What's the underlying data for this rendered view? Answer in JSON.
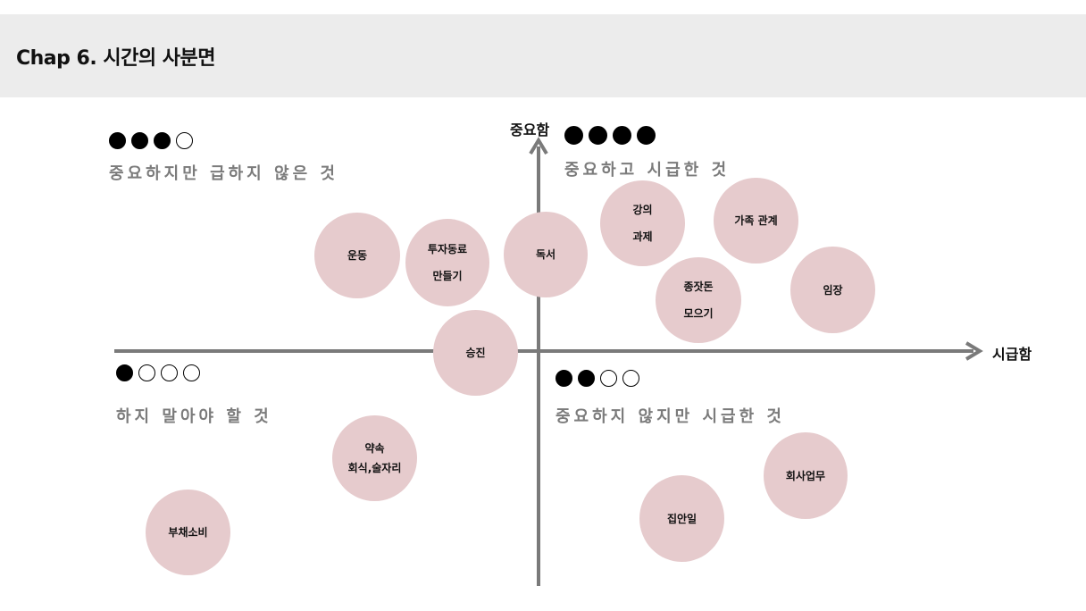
{
  "header": {
    "title": "Chap 6. 시간의 사분면"
  },
  "axes": {
    "vertical_label": "중요함",
    "horizontal_label": "시급함"
  },
  "quadrants": {
    "top_left": {
      "label": "중요하지만 급하지 않은 것",
      "dots": [
        true,
        true,
        true,
        false
      ]
    },
    "top_right": {
      "label": "중요하고 시급한 것",
      "dots": [
        true,
        true,
        true,
        true
      ]
    },
    "bottom_left": {
      "label": "하지 말아야 할 것",
      "dots": [
        true,
        false,
        false,
        false
      ]
    },
    "bottom_right": {
      "label": "중요하지 않지만 시급한 것",
      "dots": [
        true,
        true,
        false,
        false
      ]
    }
  },
  "items": {
    "exercise": [
      "운동"
    ],
    "colleagues": [
      "투자동료",
      "만들기"
    ],
    "reading": [
      "독서"
    ],
    "lecture": [
      "강의",
      "과제"
    ],
    "family": [
      "가족 관계"
    ],
    "seed_money": [
      "종잣돈",
      "모으기"
    ],
    "parenting": [
      "임장"
    ],
    "promotion": [
      "승진"
    ],
    "appointments": [
      "약속",
      "회식,술자리"
    ],
    "debt": [
      "부채소비"
    ],
    "work": [
      "회사업무"
    ],
    "chores": [
      "집안일"
    ]
  },
  "colors": {
    "bubble": "#e6cbcd",
    "axis": "#7a7a7a",
    "header_bg": "#ececec",
    "quad_label": "#7b7b7b"
  }
}
